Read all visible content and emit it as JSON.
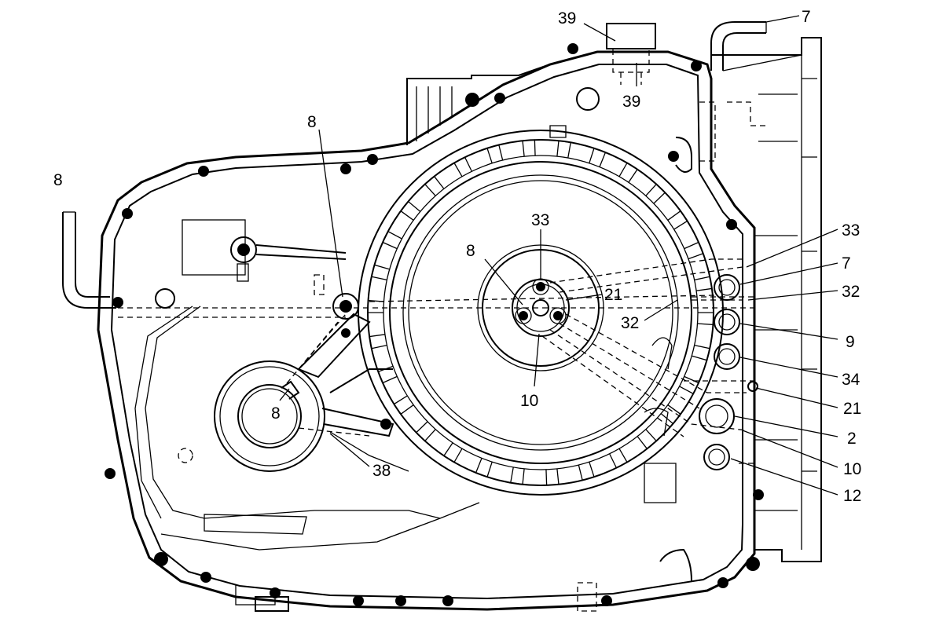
{
  "labels": {
    "l39a": "39",
    "l39b": "39",
    "l7a": "7",
    "l8a": "8",
    "l8b": "8",
    "l8c": "8",
    "l8d": "8",
    "l33a": "33",
    "l33b": "33",
    "l21a": "21",
    "l21b": "21",
    "l32a": "32",
    "l32b": "32",
    "l7b": "7",
    "l9": "9",
    "l10a": "10",
    "l10b": "10",
    "l34": "34",
    "l2": "2",
    "l12": "12",
    "l38": "38"
  }
}
